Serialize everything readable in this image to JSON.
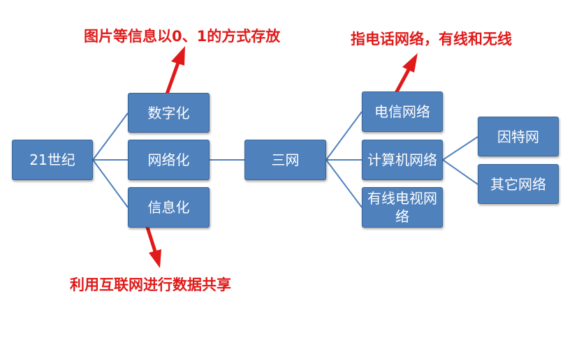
{
  "nodes": {
    "root": "21世纪",
    "digital": "数字化",
    "network": "网络化",
    "information": "信息化",
    "three_nets": "三网",
    "telecom": "电信网络",
    "computer": "计算机网络",
    "cable_tv": "有线电视网络",
    "internet": "因特网",
    "other": "其它网络"
  },
  "annotations": {
    "digital_note": "图片等信息以0、1的方式存放",
    "telecom_note": "指电话网络，有线和无线",
    "information_note": "利用互联网进行数据共享"
  },
  "colors": {
    "node_fill": "#4f81bd",
    "node_border": "#3a6595",
    "node_text": "#ffffff",
    "connector": "#4f81bd",
    "annotation": "#e01a1a"
  }
}
